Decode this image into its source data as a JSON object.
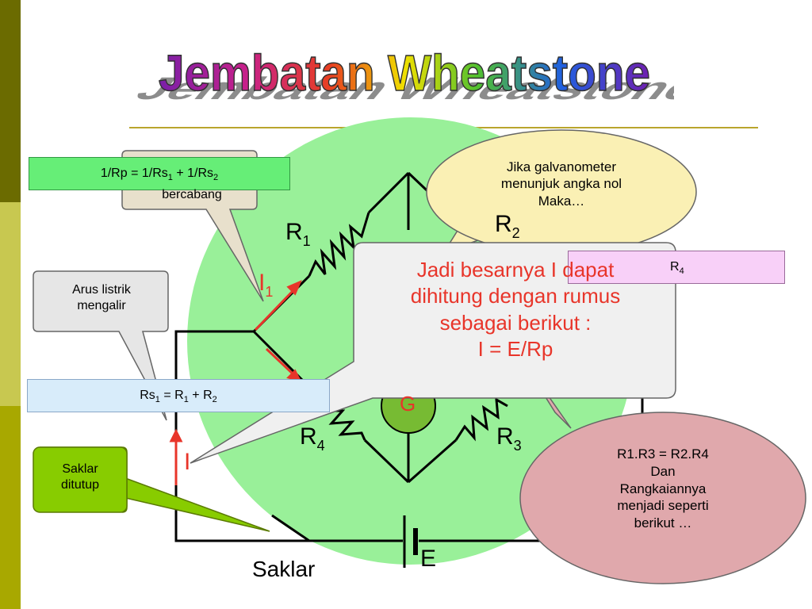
{
  "title": "Jembatan Wheatstone",
  "formula_parallel": {
    "a": "1/Rp = 1/Rs",
    "b": "1",
    "c": " + 1/Rs",
    "d": "2"
  },
  "formula_series": {
    "a": "Rs",
    "b": "1",
    "c": " = R",
    "d": "1",
    "e": " + R",
    "f": "2"
  },
  "formula_r4_partial": {
    "a": "R",
    "b": "4"
  },
  "callouts": {
    "bercabang": "bercabang",
    "arus_line1": "Arus listrik",
    "arus_line2": "mengalir",
    "saklar_line1": "Saklar",
    "saklar_line2": "ditutup",
    "galvano_line1": "Jika galvanometer",
    "galvano_line2": "menunjuk angka nol",
    "galvano_line3": "Maka…",
    "main_line1": "Jadi besarnya I dapat",
    "main_line2": "dihitung dengan rumus",
    "main_line3": "sebagai berikut :",
    "main_line4": "I = E/Rp",
    "cond_line1": "R1.R3 = R2.R4",
    "cond_line2": "Dan",
    "cond_line3": "Rangkaiannya",
    "cond_line4": "menjadi seperti",
    "cond_line5": "berikut …"
  },
  "circuit_labels": {
    "r1": "R",
    "r1_sub": "1",
    "r2": "R",
    "r2_sub": "2",
    "r3": "R",
    "r3_sub": "3",
    "r4": "R",
    "r4_sub": "4",
    "i1": "I",
    "i1_sub": "1",
    "i": "I",
    "g": "G",
    "e": "E",
    "saklar": "Saklar"
  },
  "colors": {
    "green_circle": "#99f099",
    "sidebar": [
      "#6b6b00",
      "#c8c850",
      "#a8a800"
    ],
    "accent_red": "#e8352a",
    "formula_green": "#66ee77",
    "formula_blue": "#d8ecfa",
    "formula_pink": "#f8d0f8",
    "saklar_callout": "#88cc00",
    "galvano_callout": "#faf0b4",
    "cond_callout": "#e0a8ac",
    "main_callout": "#f0f0f0"
  }
}
